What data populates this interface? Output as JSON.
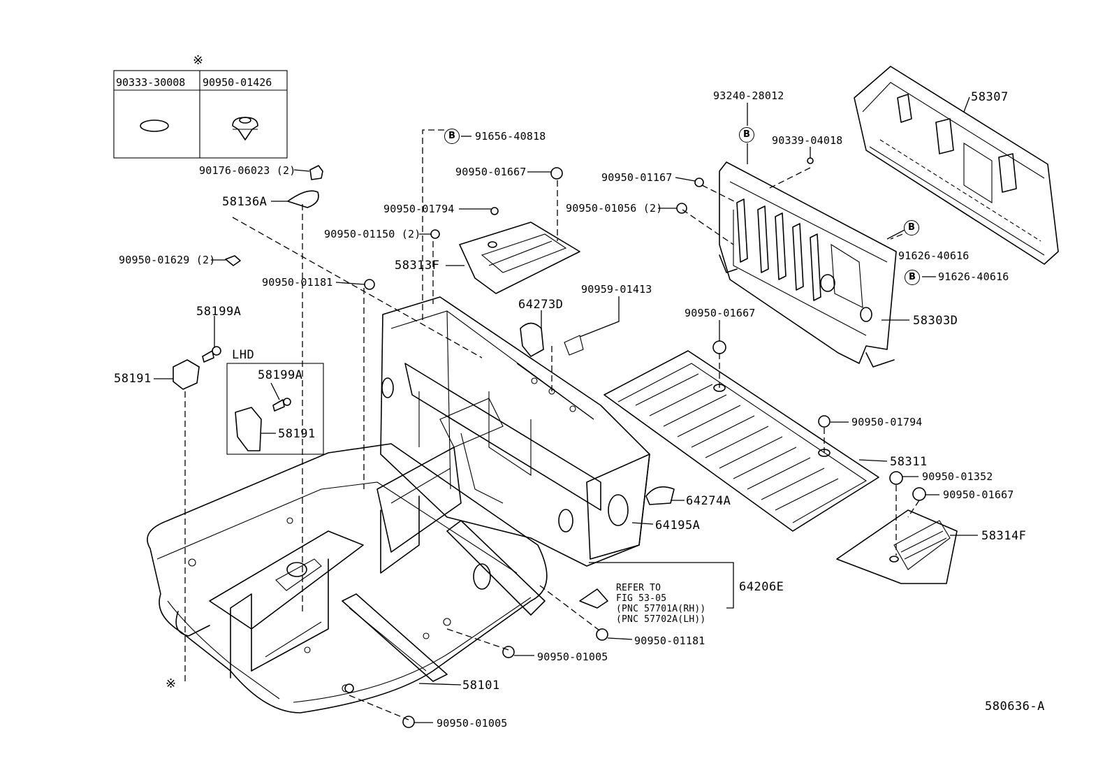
{
  "inset_table": {
    "symbol": "※",
    "col1": "90333-30008",
    "col2": "90950-01426"
  },
  "lhd": {
    "title": "LHD",
    "bolt": "58199A",
    "part": "58191"
  },
  "labels": {
    "l_90176": "90176-06023 (2)",
    "l_58136A": "58136A",
    "l_90950_01629": "90950-01629 (2)",
    "l_90950_01181a": "90950-01181",
    "l_58199A": "58199A",
    "l_58191": "58191",
    "l_91656": "91656-40818",
    "l_90950_01667a": "90950-01667",
    "l_90950_01794a": "90950-01794",
    "l_90950_01150": "90950-01150 (2)",
    "l_58313F": "58313F",
    "l_64273D": "64273D",
    "l_90959": "90959-01413",
    "l_93240": "93240-28012",
    "l_90339": "90339-04018",
    "l_90950_01167": "90950-01167",
    "l_90950_01056": "90950-01056 (2)",
    "l_58307": "58307",
    "l_91626a": "91626-40616",
    "l_91626b": "91626-40616",
    "l_58303D": "58303D",
    "l_90950_01667b": "90950-01667",
    "l_90950_01794b": "90950-01794",
    "l_58311": "58311",
    "l_90950_01352": "90950-01352",
    "l_90950_01667c": "90950-01667",
    "l_58314F": "58314F",
    "l_64274A": "64274A",
    "l_64195A": "64195A",
    "l_64206E": "64206E",
    "l_90950_01181b": "90950-01181",
    "l_90950_01005a": "90950-01005",
    "l_58101": "58101",
    "l_90950_01005b": "90950-01005",
    "l_code": "580636-A"
  },
  "refer_note": {
    "line1": "REFER TO",
    "line2": "FIG 53-05",
    "line3": "(PNC 57701A(RH))",
    "line4": "(PNC 57702A(LH))"
  },
  "b_mark": "B",
  "asterisk": "※"
}
